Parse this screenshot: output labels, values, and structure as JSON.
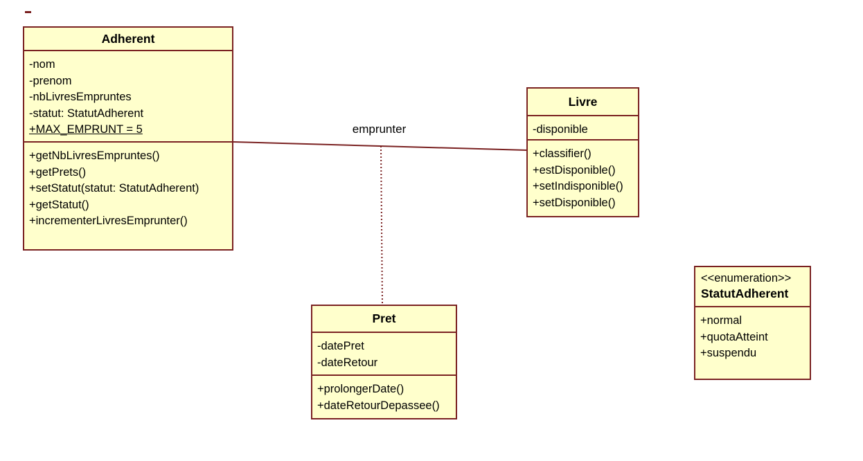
{
  "diagram": {
    "association_label": "emprunter",
    "colors": {
      "background": "#ffffff",
      "box_fill": "#ffffcc",
      "box_border": "#7a2121",
      "line": "#7a2121",
      "text": "#000000"
    }
  },
  "classes": {
    "adherent": {
      "title": "Adherent",
      "attributes": [
        "-nom",
        "-prenom",
        "-nbLivresEmpruntes",
        "-statut: StatutAdherent",
        "+MAX_EMPRUNT = 5"
      ],
      "methods": [
        "+getNbLivresEmpruntes()",
        "+getPrets()",
        "+setStatut(statut: StatutAdherent)",
        "+getStatut()",
        "+incrementerLivresEmprunter()"
      ]
    },
    "livre": {
      "title": "Livre",
      "attributes": [
        "-disponible"
      ],
      "methods": [
        "+classifier()",
        "+estDisponible()",
        "+setIndisponible()",
        "+setDisponible()"
      ]
    },
    "pret": {
      "title": "Pret",
      "attributes": [
        "-datePret",
        "-dateRetour"
      ],
      "methods": [
        "+prolongerDate()",
        "+dateRetourDepassee()"
      ]
    },
    "statutAdherent": {
      "stereotype": "<<enumeration>>",
      "title": "StatutAdherent",
      "literals": [
        "+normal",
        "+quotaAtteint",
        "+suspendu"
      ]
    }
  }
}
